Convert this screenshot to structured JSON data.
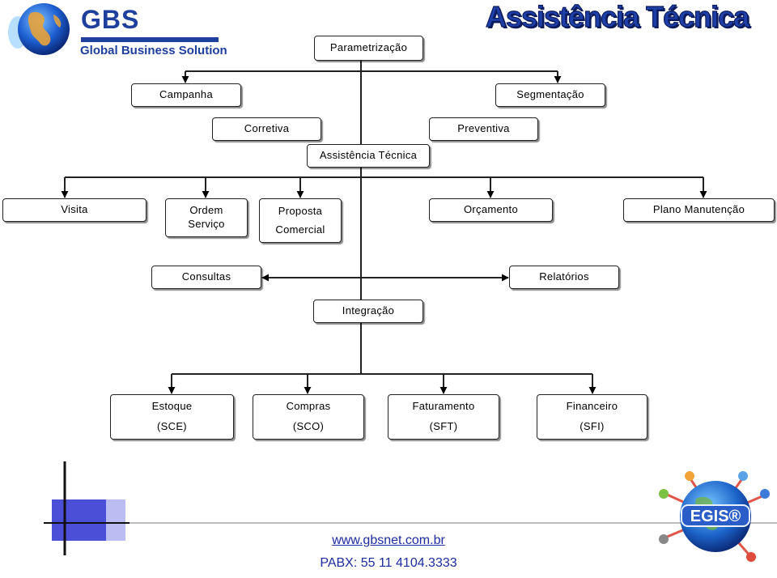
{
  "logo": {
    "title": "GBS",
    "subtitle": "Global Business Solution"
  },
  "headline": "Assistência Técnica",
  "nodes": {
    "parametrizacao": "Parametrização",
    "campanha": "Campanha",
    "segmentacao": "Segmentação",
    "corretiva": "Corretiva",
    "preventiva": "Preventiva",
    "assistencia": "Assistência Técnica",
    "visita": "Visita",
    "ordem_l1": "Ordem",
    "ordem_l2": "Serviço",
    "proposta_l1": "Proposta",
    "proposta_l2": "Comercial",
    "orcamento": "Orçamento",
    "plano": "Plano Manutenção",
    "consultas": "Consultas",
    "relatorios": "Relatórios",
    "integracao": "Integração",
    "estoque_l1": "Estoque",
    "estoque_l2": "(SCE)",
    "compras_l1": "Compras",
    "compras_l2": "(SCO)",
    "faturamento_l1": "Faturamento",
    "faturamento_l2": "(SFT)",
    "financeiro_l1": "Financeiro",
    "financeiro_l2": "(SFI)"
  },
  "egis_logo": "EGIS®",
  "footer": {
    "url": "www.gbsnet.com.br",
    "pabx": "PABX: 55 11 4104.3333"
  },
  "colors": {
    "brand_blue": "#1e3f9c",
    "footer_blue": "#1d2b9e",
    "accent_square": "#4b4fd8"
  }
}
